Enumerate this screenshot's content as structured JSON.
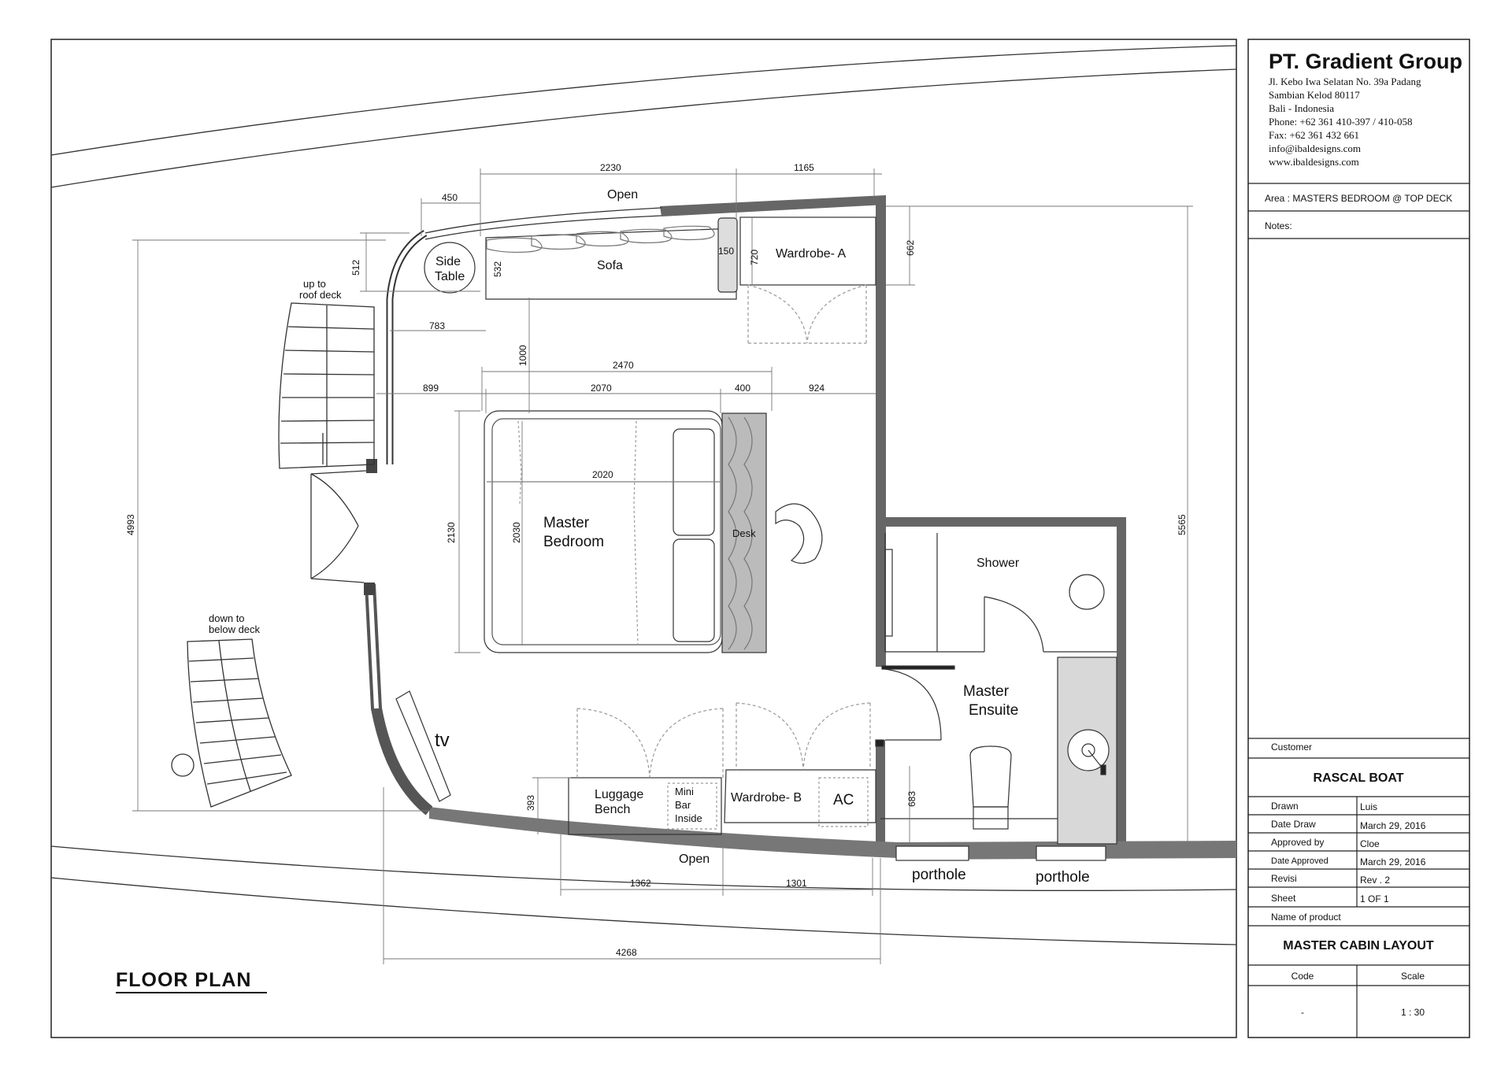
{
  "company": {
    "name": "PT. Gradient Group",
    "address_lines": [
      "Jl. Kebo Iwa Selatan No. 39a Padang",
      "Sambian Kelod 80117",
      "Bali - Indonesia",
      "Phone: +62 361 410-397 / 410-058",
      "Fax: +62 361 432 661",
      "info@ibaldesigns.com",
      "www.ibaldesigns.com"
    ]
  },
  "area": "Area : MASTERS BEDROOM @ TOP DECK",
  "notes_label": "Notes:",
  "customer_label": "Customer",
  "customer": "RASCAL BOAT",
  "meta": [
    {
      "label": "Drawn",
      "value": "Luis"
    },
    {
      "label": "Date Draw",
      "value": "March 29, 2016"
    },
    {
      "label": "Approved by",
      "value": "Cloe"
    },
    {
      "label": "Date Approved",
      "value": "March 29, 2016"
    },
    {
      "label": "Revisi",
      "value": "Rev . 2"
    },
    {
      "label": "Sheet",
      "value": "1 OF 1"
    }
  ],
  "product_label": "Name of product",
  "product": "MASTER CABIN LAYOUT",
  "code_label": "Code",
  "scale_label": "Scale",
  "code": "-",
  "scale": "1 : 30",
  "plan_title": "FLOOR  PLAN",
  "rooms": {
    "master_bedroom_1": "Master",
    "master_bedroom_2": "Bedroom",
    "master_ensuite_1": "Master",
    "master_ensuite_2": "Ensuite",
    "shower": "Shower",
    "sofa": "Sofa",
    "side_table_1": "Side",
    "side_table_2": "Table",
    "wardrobe_a": "Wardrobe- A",
    "wardrobe_b": "Wardrobe- B",
    "desk": "Desk",
    "luggage_1": "Luggage",
    "luggage_2": "Bench",
    "minibar_1": "Mini",
    "minibar_2": "Bar",
    "minibar_3": "Inside",
    "ac": "AC",
    "tv": "tv",
    "open_top": "Open",
    "open_bottom": "Open",
    "porthole_1": "porthole",
    "porthole_2": "porthole",
    "up_1": "up to",
    "up_2": "roof deck",
    "down_1": "down to",
    "down_2": "below deck"
  },
  "dimensions": {
    "d2230": "2230",
    "d1165": "1165",
    "d450": "450",
    "d512": "512",
    "d532": "532",
    "d150": "150",
    "d720": "720",
    "d662": "662",
    "d783": "783",
    "d1000": "1000",
    "d2470": "2470",
    "d899": "899",
    "d2070": "2070",
    "d400": "400",
    "d924": "924",
    "d2020": "2020",
    "d2130": "2130",
    "d2030": "2030",
    "d4993": "4993",
    "d5565": "5565",
    "d393": "393",
    "d683": "683",
    "d1362": "1362",
    "d1301": "1301",
    "d4268": "4268"
  }
}
